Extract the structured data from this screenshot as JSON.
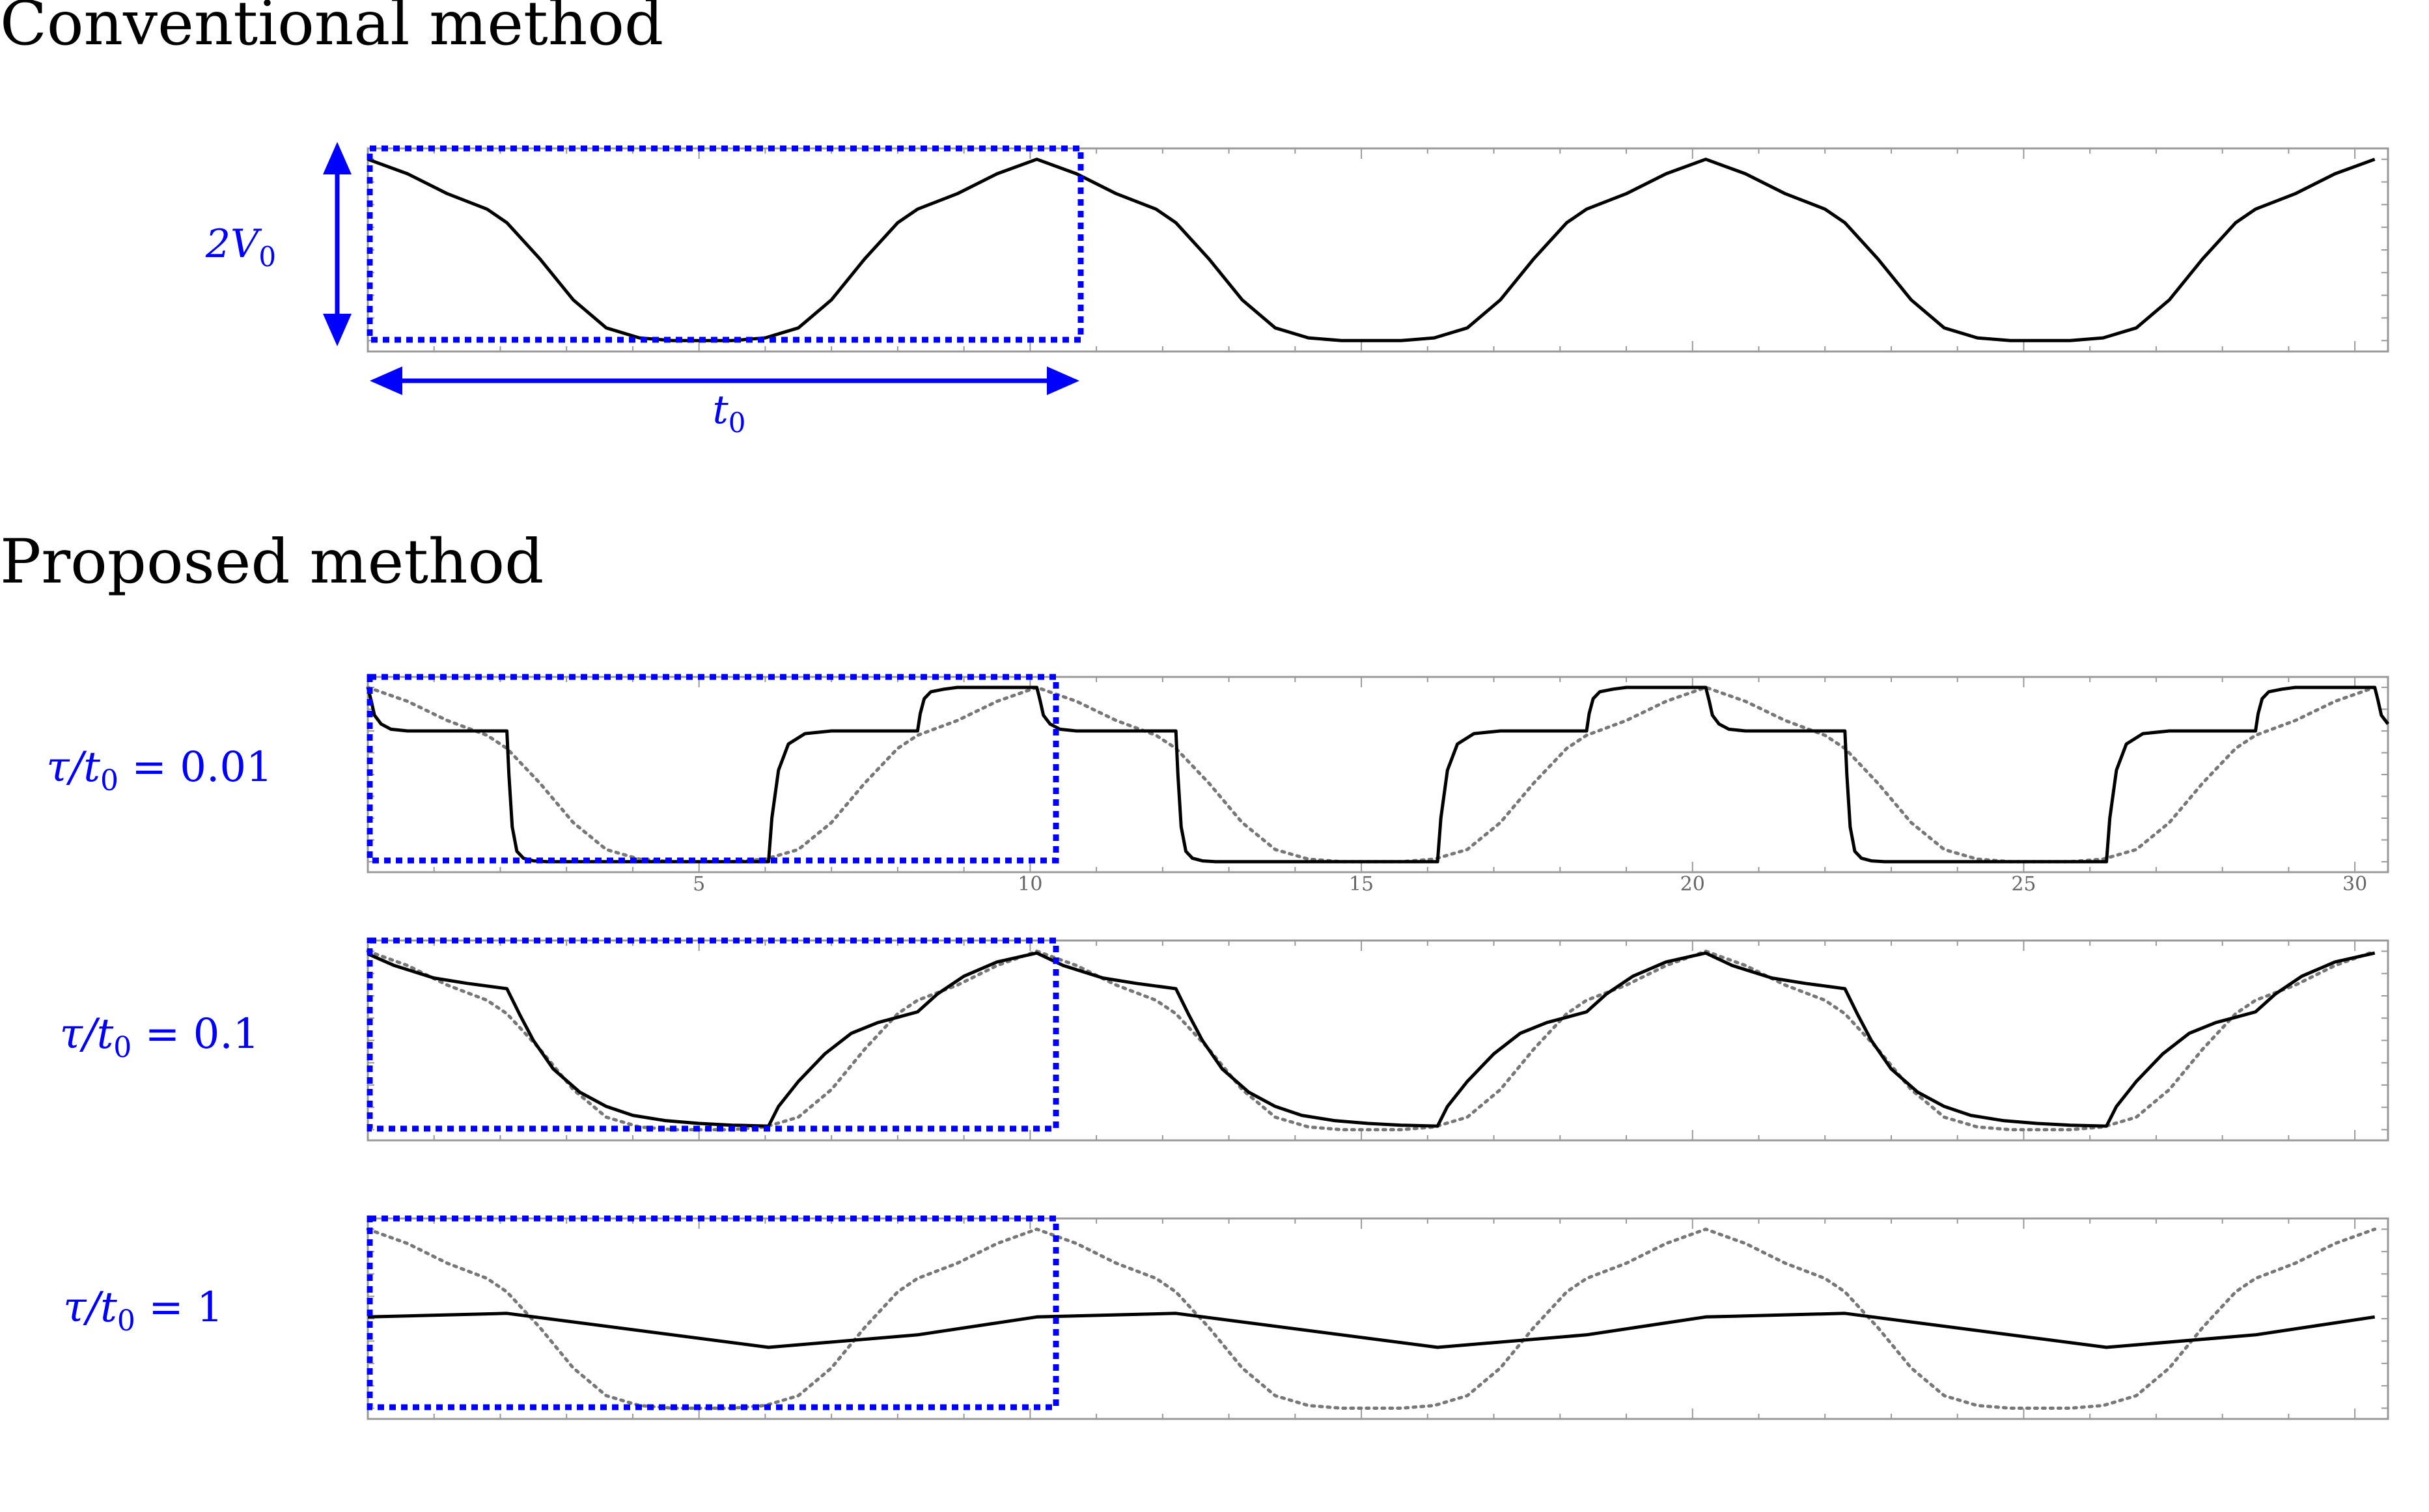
{
  "headings": {
    "conventional": "Conventional method",
    "proposed": "Proposed method"
  },
  "annotations": {
    "amplitude": "2V",
    "amplitude_sub": "0",
    "period": "t",
    "period_sub": "0"
  },
  "colors": {
    "accent": "#0000ff",
    "curve": "#000000",
    "reference": "#777777",
    "frame": "#999999"
  },
  "chart_data": [
    {
      "id": "conventional",
      "type": "line",
      "title": "Conventional method",
      "xlabel": "",
      "ylabel": "",
      "xlim": [
        0,
        30.5
      ],
      "ylim": [
        -1.12,
        1.12
      ],
      "period": 10.1,
      "show_reference": false,
      "series": [
        {
          "role": "drive",
          "x": [
            0,
            0.6,
            1.2,
            1.8,
            2.1,
            2.6,
            3.1,
            3.6,
            4.1,
            4.6,
            5.05,
            5.5,
            6.0,
            6.5,
            7.0,
            7.5,
            8.0,
            8.3,
            8.9,
            9.5,
            10.1
          ],
          "y": [
            1.0,
            0.84,
            0.62,
            0.45,
            0.3,
            -0.1,
            -0.55,
            -0.86,
            -0.97,
            -1.0,
            -1.0,
            -1.0,
            -0.97,
            -0.86,
            -0.55,
            -0.1,
            0.3,
            0.45,
            0.62,
            0.84,
            1.0
          ]
        }
      ]
    },
    {
      "id": "tau-0.01",
      "type": "line",
      "label": "τ/t",
      "label_sub": "0",
      "label_value": " = 0.01",
      "xlim": [
        0,
        30.5
      ],
      "ylim": [
        -1.12,
        1.12
      ],
      "period": 10.1,
      "show_reference": true,
      "x_tick_labels": [
        "5",
        "10",
        "15",
        "20",
        "25",
        "30"
      ],
      "series": [
        {
          "role": "response",
          "x": [
            0,
            0.05,
            0.1,
            0.2,
            0.35,
            0.6,
            2.1,
            2.13,
            2.18,
            2.25,
            2.35,
            2.5,
            2.7,
            3.0,
            6.05,
            6.1,
            6.2,
            6.35,
            6.6,
            7.0,
            8.3,
            8.34,
            8.4,
            8.5,
            8.7,
            8.9,
            10.1
          ],
          "y": [
            1.0,
            0.85,
            0.68,
            0.58,
            0.52,
            0.5,
            0.5,
            0.0,
            -0.6,
            -0.88,
            -0.96,
            -0.99,
            -1.0,
            -1.0,
            -1.0,
            -0.5,
            0.05,
            0.35,
            0.47,
            0.5,
            0.5,
            0.7,
            0.87,
            0.95,
            0.98,
            1.0,
            1.0
          ]
        }
      ]
    },
    {
      "id": "tau-0.1",
      "type": "line",
      "label": "τ/t",
      "label_sub": "0",
      "label_value": " = 0.1",
      "xlim": [
        0,
        30.5
      ],
      "ylim": [
        -1.12,
        1.12
      ],
      "period": 10.1,
      "show_reference": true,
      "series": [
        {
          "role": "response",
          "x": [
            0,
            0.4,
            1.0,
            1.5,
            2.1,
            2.3,
            2.5,
            2.8,
            3.2,
            3.6,
            4.0,
            4.5,
            5.0,
            5.5,
            6.05,
            6.2,
            6.5,
            6.9,
            7.3,
            7.7,
            8.0,
            8.3,
            8.6,
            9.0,
            9.5,
            10.1
          ],
          "y": [
            0.97,
            0.84,
            0.7,
            0.64,
            0.58,
            0.28,
            0.0,
            -0.32,
            -0.58,
            -0.74,
            -0.84,
            -0.9,
            -0.93,
            -0.95,
            -0.96,
            -0.74,
            -0.46,
            -0.15,
            0.08,
            0.2,
            0.26,
            0.32,
            0.52,
            0.72,
            0.88,
            0.98
          ]
        }
      ]
    },
    {
      "id": "tau-1",
      "type": "line",
      "label": "τ/t",
      "label_sub": "0",
      "label_value": " = 1",
      "xlim": [
        0,
        30.5
      ],
      "ylim": [
        -1.12,
        1.12
      ],
      "period": 10.1,
      "show_reference": true,
      "series": [
        {
          "role": "response",
          "x": [
            0,
            2.1,
            6.05,
            8.3,
            10.1
          ],
          "y": [
            0.02,
            0.06,
            -0.32,
            -0.18,
            0.02
          ]
        }
      ]
    }
  ]
}
